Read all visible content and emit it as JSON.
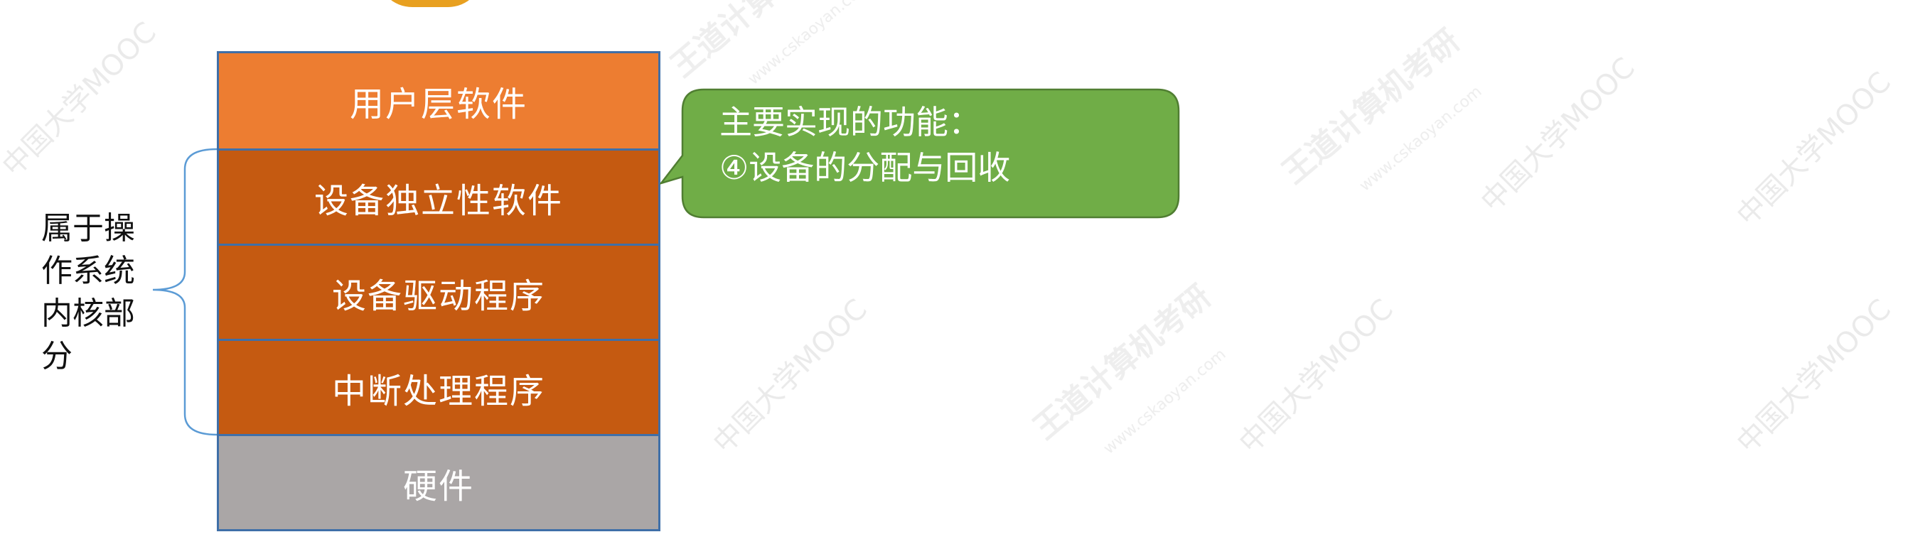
{
  "diagram": {
    "layers": [
      {
        "label": "用户层软件",
        "color": "#ed7d31"
      },
      {
        "label": "设备独立性软件",
        "color": "#c55a11"
      },
      {
        "label": "设备驱动程序",
        "color": "#c55a11"
      },
      {
        "label": "中断处理程序",
        "color": "#c55a11"
      },
      {
        "label": "硬件",
        "color": "#aaa6a6"
      }
    ],
    "kernel_label": "属于操作系统内核部分",
    "callout": {
      "line1": "主要实现的功能：",
      "line2": "④设备的分配与回收",
      "color": "#70ad47"
    }
  },
  "watermark": {
    "mooc": "中国大学MOOC",
    "brand": "王道计算机考研",
    "site": "www.cskaoyan.com"
  }
}
